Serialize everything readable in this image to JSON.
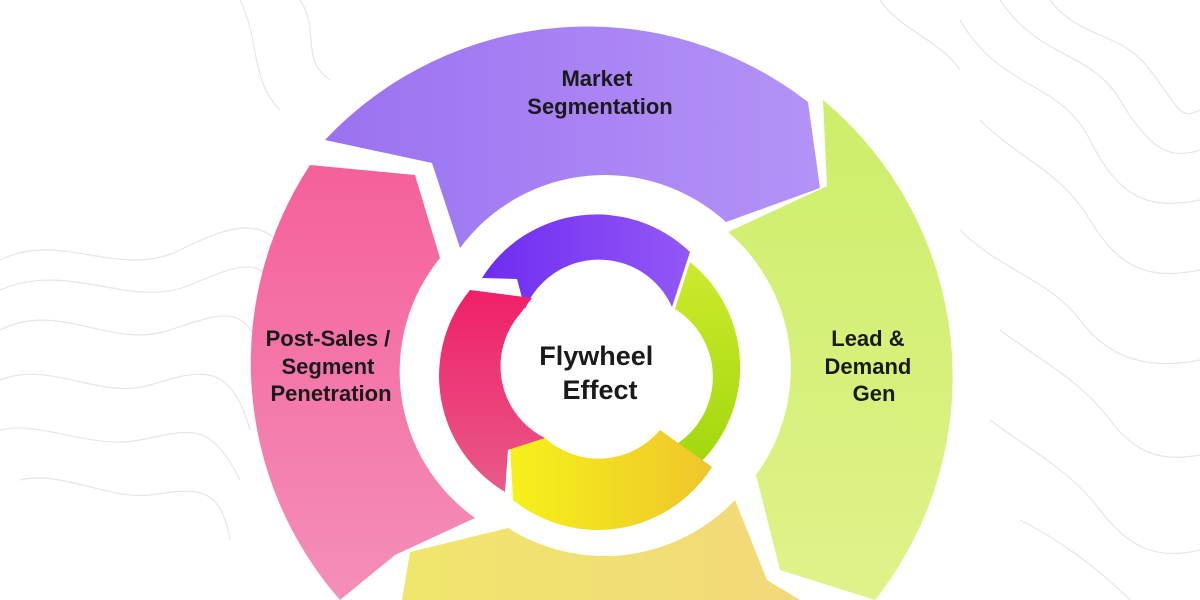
{
  "diagram": {
    "center_label": [
      "Flywheel",
      "Effect"
    ],
    "segments": [
      {
        "id": "market-segmentation",
        "label": [
          "Market",
          "Segmentation"
        ],
        "color": "#a784f2"
      },
      {
        "id": "lead-demand-gen",
        "label": [
          "Lead &",
          "Demand",
          "Gen"
        ],
        "color": "#d6ee6c"
      },
      {
        "id": "bottom-stage",
        "label": [],
        "color": "#f1e06a"
      },
      {
        "id": "post-sales-segment-penetration",
        "label": [
          "Post-Sales /",
          "Segment",
          "Penetration"
        ],
        "color": "#f570a4"
      }
    ],
    "inner_colors": [
      "#7c38f4",
      "#b6e014",
      "#f2d21c",
      "#e8336c"
    ],
    "background_color": "#ffffff",
    "contour_color": "#e4e4e4"
  }
}
